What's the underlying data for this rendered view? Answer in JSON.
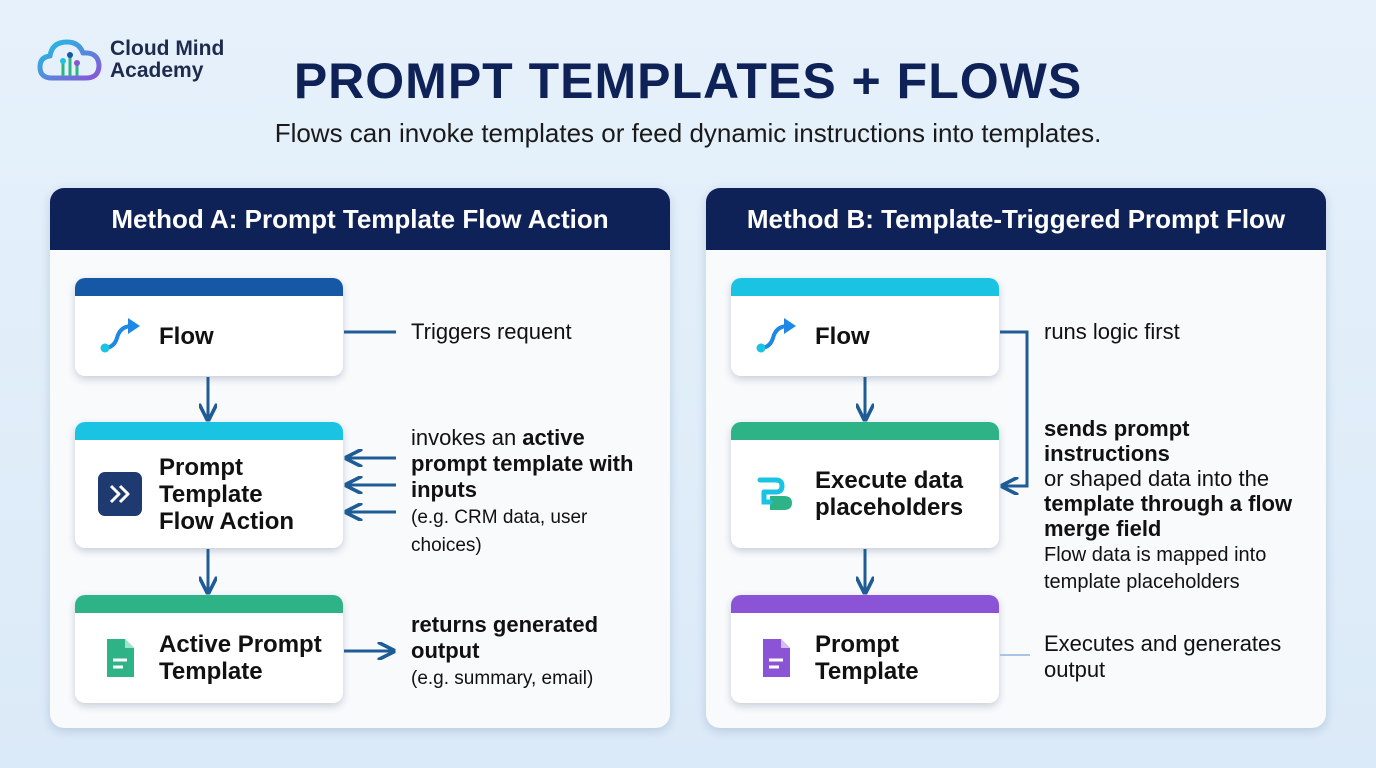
{
  "brand": {
    "line1": "Cloud Mind",
    "line2": "Academy",
    "logo_icon": "cloud-circuit-icon"
  },
  "title": "PROMPT TEMPLATES + FLOWS",
  "subtitle": "Flows can invoke templates or feed dynamic instructions into templates.",
  "colors": {
    "navy": "#0f2257",
    "blue": "#1657a6",
    "cyan": "#1bc3e3",
    "green": "#2db386",
    "purple": "#8b54d6",
    "arrow": "#1f5c96"
  },
  "method_a": {
    "header": "Method A: Prompt Template Flow Action",
    "cards": [
      {
        "label": "Flow",
        "icon": "flow-arrow-icon"
      },
      {
        "label": "Prompt Template Flow Action",
        "icon": "double-chevron-icon"
      },
      {
        "label": "Active Prompt Template",
        "icon": "document-icon"
      }
    ],
    "notes": {
      "triggers": "Triggers requent",
      "invokes_pre": "invokes an ",
      "invokes_bold1": "active",
      "invokes_bold2": "prompt template with inputs",
      "invokes_small": "(e.g. CRM data, user choices)",
      "returns_bold": "returns generated output",
      "returns_small": "(e.g. summary, email)"
    }
  },
  "method_b": {
    "header": "Method B: Template-Triggered Prompt Flow",
    "cards": [
      {
        "label": "Flow",
        "icon": "flow-arrow-icon"
      },
      {
        "label": "Execute data placeholders",
        "icon": "data-swap-icon"
      },
      {
        "label": "Prompt Template",
        "icon": "document-icon"
      }
    ],
    "notes": {
      "runs": "runs logic first",
      "sends_bold": "sends prompt instructions",
      "sends_plain": "or shaped data into the",
      "sends_bold2": "template through a flow merge field",
      "mapped": "Flow data is mapped into template placeholders",
      "executes": "Executes and generates output"
    }
  }
}
